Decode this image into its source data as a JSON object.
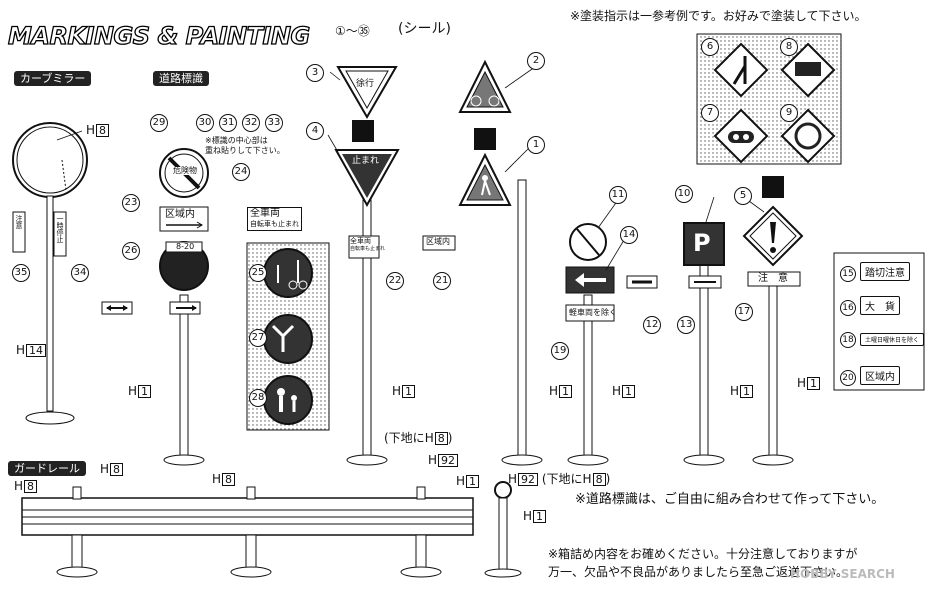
{
  "title": "MARKINGS & PAINTING",
  "seal_range": "①～㉟",
  "seal_label": "(シール)",
  "note_top": "※塗装指示は一参考例です。お好みで塗装して下さい。",
  "section_mirror": "カーブミラー",
  "section_signs": "道路標識",
  "section_rail": "ガードレール",
  "note_signs": "※道路標識は、ご自由に組み合わせて作って下さい。",
  "note_bottom_1": "※箱詰め内容をお確めください。十分注意しておりますが",
  "note_bottom_2": "万一、欠品や不良品がありましたら至急ご返送下さい。",
  "watermark": "HOBBY SEARCH",
  "small_note": "※標識の中心部は\n重ね貼りして下さい。",
  "sign_texts": {
    "jokou": "徐行",
    "tomare": "止まれ",
    "kuikinai": "区域内",
    "kikenbutsu": "危険物",
    "zensharyo_1": "全車両",
    "zensharyo_2": "自転車も止まれ",
    "zensharyo_small_1": "全車両",
    "zensharyo_small_2": "自転車も止まれ",
    "kuikinai_small": "区域内",
    "keisharyo": "軽車両を除く",
    "chui": "注　意",
    "time": "8-20",
    "parking": "P",
    "mirror_1": "注意",
    "mirror_2": "一時停止"
  },
  "h_labels": {
    "h8": "8",
    "h14": "14",
    "h1": "1",
    "h92": "92",
    "shitaji": "(下地に",
    "shitaji_close": ")"
  },
  "legend": [
    {
      "num": "15",
      "text": "踏切注意"
    },
    {
      "num": "16",
      "text": "大　貨"
    },
    {
      "num": "18",
      "text": "土曜日曜休日を除く"
    },
    {
      "num": "20",
      "text": "区域内"
    }
  ],
  "callouts": [
    "1",
    "2",
    "3",
    "4",
    "5",
    "6",
    "7",
    "8",
    "9",
    "10",
    "11",
    "12",
    "13",
    "14",
    "17",
    "19",
    "21",
    "22",
    "23",
    "24",
    "25",
    "26",
    "27",
    "28",
    "29",
    "30",
    "31",
    "32",
    "33",
    "34",
    "35"
  ]
}
